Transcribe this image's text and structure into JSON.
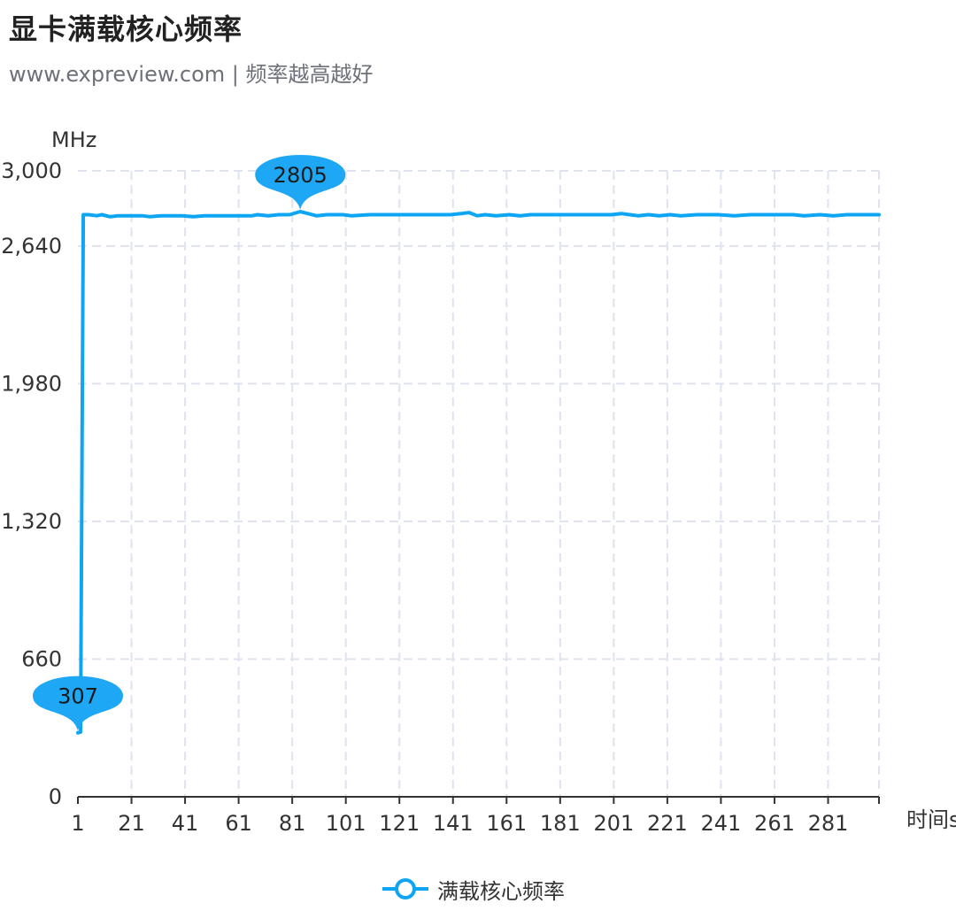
{
  "header": {
    "title": "显卡满载核心频率",
    "subtitle": "www.expreview.com | 频率越高越好"
  },
  "colors": {
    "series": "#0ea5f3",
    "grid": "#dfe3f0",
    "axis": "#333333"
  },
  "chart_data": {
    "type": "line",
    "title": "显卡满载核心频率",
    "subtitle": "www.expreview.com | 频率越高越好",
    "ylabel": "MHz",
    "xlabel": "时间s",
    "ylim": [
      0,
      3000
    ],
    "yticks": [
      0,
      660,
      1320,
      1980,
      2640,
      3000
    ],
    "ytick_labels": [
      "0",
      "660",
      "1,320",
      "1,980",
      "2,640",
      "3,000"
    ],
    "xlim": [
      1,
      300
    ],
    "xticks": [
      1,
      21,
      41,
      61,
      81,
      101,
      121,
      141,
      161,
      181,
      201,
      221,
      241,
      261,
      281
    ],
    "grid": true,
    "legend_position": "bottom-center",
    "series": [
      {
        "name": "满载核心频率",
        "points": [
          [
            1,
            307
          ],
          [
            2,
            310
          ],
          [
            3,
            2790
          ],
          [
            5,
            2790
          ],
          [
            8,
            2785
          ],
          [
            10,
            2790
          ],
          [
            13,
            2780
          ],
          [
            16,
            2785
          ],
          [
            20,
            2785
          ],
          [
            25,
            2785
          ],
          [
            28,
            2780
          ],
          [
            32,
            2785
          ],
          [
            40,
            2785
          ],
          [
            44,
            2780
          ],
          [
            48,
            2785
          ],
          [
            55,
            2785
          ],
          [
            60,
            2785
          ],
          [
            66,
            2785
          ],
          [
            68,
            2790
          ],
          [
            72,
            2785
          ],
          [
            76,
            2790
          ],
          [
            80,
            2790
          ],
          [
            84,
            2805
          ],
          [
            87,
            2795
          ],
          [
            90,
            2785
          ],
          [
            94,
            2790
          ],
          [
            100,
            2790
          ],
          [
            103,
            2785
          ],
          [
            110,
            2790
          ],
          [
            120,
            2790
          ],
          [
            130,
            2790
          ],
          [
            140,
            2790
          ],
          [
            144,
            2795
          ],
          [
            147,
            2800
          ],
          [
            150,
            2785
          ],
          [
            153,
            2790
          ],
          [
            157,
            2785
          ],
          [
            162,
            2790
          ],
          [
            166,
            2785
          ],
          [
            170,
            2790
          ],
          [
            180,
            2790
          ],
          [
            190,
            2790
          ],
          [
            200,
            2790
          ],
          [
            204,
            2795
          ],
          [
            207,
            2790
          ],
          [
            210,
            2785
          ],
          [
            214,
            2790
          ],
          [
            218,
            2785
          ],
          [
            222,
            2790
          ],
          [
            226,
            2785
          ],
          [
            232,
            2790
          ],
          [
            240,
            2790
          ],
          [
            246,
            2785
          ],
          [
            252,
            2790
          ],
          [
            260,
            2790
          ],
          [
            268,
            2790
          ],
          [
            272,
            2785
          ],
          [
            278,
            2790
          ],
          [
            283,
            2785
          ],
          [
            288,
            2790
          ],
          [
            295,
            2790
          ],
          [
            300,
            2790
          ]
        ]
      }
    ],
    "annotations": [
      {
        "label": "2805",
        "x": 84,
        "y": 2805,
        "type": "max"
      },
      {
        "label": "307",
        "x": 1,
        "y": 307,
        "type": "min"
      }
    ]
  },
  "legend": {
    "label": "满载核心频率"
  }
}
